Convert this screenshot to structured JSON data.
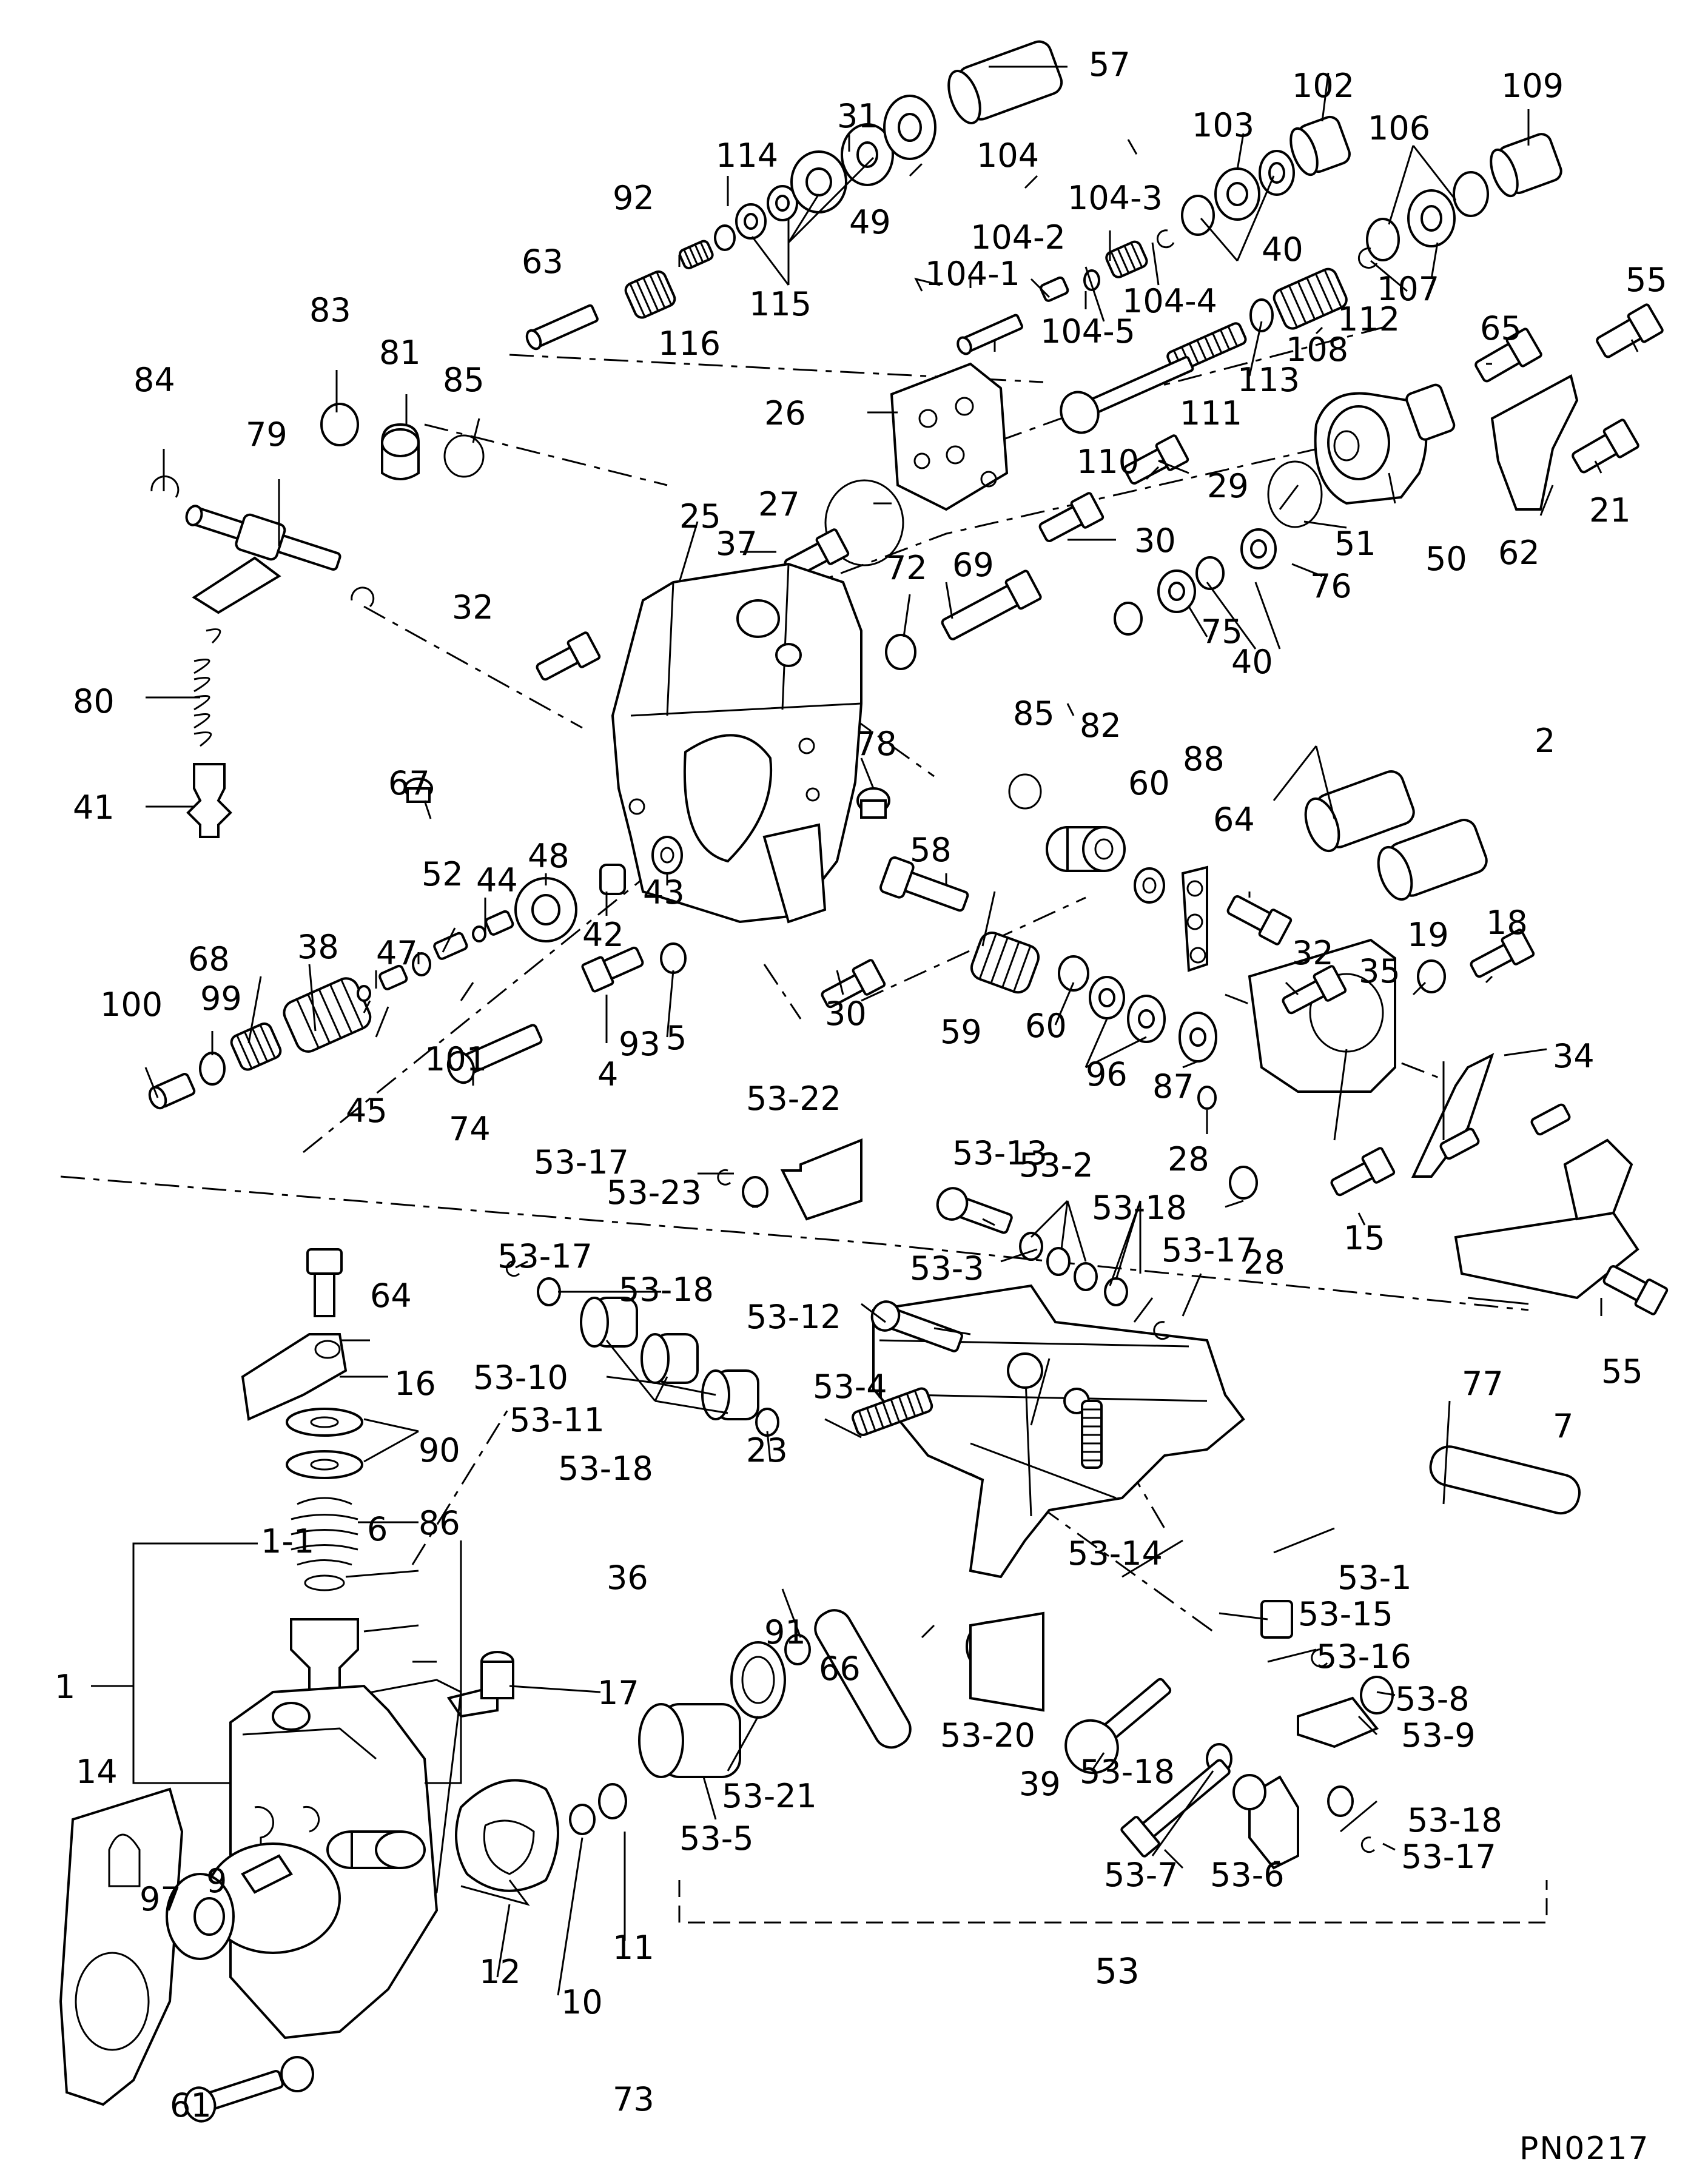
{
  "drawing": {
    "reference_code": "PN0217",
    "callouts": [
      "1",
      "1-1",
      "2",
      "4",
      "5",
      "6",
      "7",
      "9",
      "10",
      "11",
      "12",
      "14",
      "15",
      "16",
      "17",
      "18",
      "19",
      "21",
      "23",
      "25",
      "26",
      "27",
      "28",
      "28",
      "29",
      "30",
      "30",
      "31",
      "32",
      "32",
      "34",
      "35",
      "36",
      "37",
      "38",
      "39",
      "40",
      "40",
      "41",
      "42",
      "43",
      "44",
      "45",
      "47",
      "48",
      "49",
      "50",
      "51",
      "52",
      "53",
      "53-1",
      "53-2",
      "53-3",
      "53-4",
      "53-5",
      "53-6",
      "53-7",
      "53-8",
      "53-9",
      "53-10",
      "53-11",
      "53-12",
      "53-13",
      "53-14",
      "53-15",
      "53-16",
      "53-17",
      "53-17",
      "53-17",
      "53-17",
      "53-18",
      "53-18",
      "53-18",
      "53-18",
      "53-18",
      "53-20",
      "53-21",
      "53-22",
      "53-23",
      "55",
      "55",
      "57",
      "58",
      "59",
      "60",
      "60",
      "61",
      "62",
      "63",
      "64",
      "64",
      "65",
      "66",
      "67",
      "68",
      "69",
      "72",
      "73",
      "74",
      "75",
      "76",
      "77",
      "78",
      "79",
      "80",
      "81",
      "82",
      "83",
      "84",
      "85",
      "85",
      "86",
      "87",
      "88",
      "90",
      "91",
      "92",
      "93",
      "96",
      "97",
      "99",
      "100",
      "101",
      "102",
      "103",
      "104",
      "104-1",
      "104-2",
      "104-3",
      "104-4",
      "104-5",
      "106",
      "107",
      "108",
      "109",
      "110",
      "111",
      "112",
      "113",
      "114",
      "115",
      "116"
    ]
  }
}
